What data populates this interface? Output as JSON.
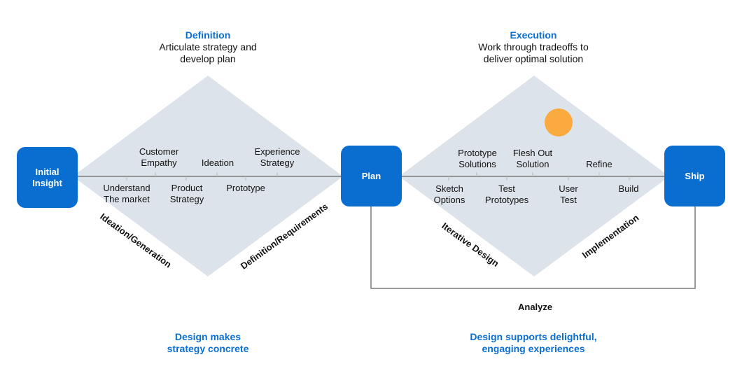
{
  "phases": [
    {
      "title": "Definition",
      "subtitle": "Articulate strategy and\ndevelop plan"
    },
    {
      "title": "Execution",
      "subtitle": "Work through tradeoffs to\ndeliver optimal solution"
    }
  ],
  "nodes": {
    "initial_insight": "Initial\nInsight",
    "plan": "Plan",
    "ship": "Ship"
  },
  "left_diamond": {
    "above": [
      "Customer\nEmpathy",
      "Ideation",
      "Experience\nStrategy"
    ],
    "below": [
      "Understand\nThe market",
      "Product\nStrategy",
      "Prototype"
    ],
    "edge_left": "Ideation/Generation",
    "edge_right": "Definition/Requirements"
  },
  "right_diamond": {
    "above": [
      "Prototype\nSolutions",
      "Flesh Out\nSolution",
      "Refine"
    ],
    "below": [
      "Sketch\nOptions",
      "Test\nPrototypes",
      "User\nTest",
      "Build"
    ],
    "edge_left": "Iterative Design",
    "edge_right": "Implementation"
  },
  "feedback_loop": "Analyze",
  "captions": [
    "Design makes\nstrategy concrete",
    "Design supports delightful,\nengaging experiences"
  ],
  "colors": {
    "accent": "#0a6ed1",
    "diamond": "#dde3ea",
    "marker": "#fbaa3f",
    "line": "#7a7a7a"
  }
}
